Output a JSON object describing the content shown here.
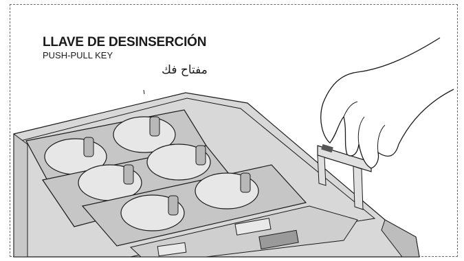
{
  "labels": {
    "title": "LLAVE DE DESINSERCIÓN",
    "subtitle": "PUSH-PULL KEY",
    "arabic": "مفتاح فك"
  },
  "colors": {
    "frame": "#6b6b6b",
    "body": "#d8d8d8",
    "panel": "#c6c6c6",
    "socket_well": "#e7e7e7",
    "outline": "#1a1a1a",
    "key": "#e0e0e0"
  },
  "illustration": {
    "subject": "power distribution unit with three double socket modules and a push-pull key held by a hand",
    "socket_module_count": 3,
    "sockets_per_module": 2
  }
}
